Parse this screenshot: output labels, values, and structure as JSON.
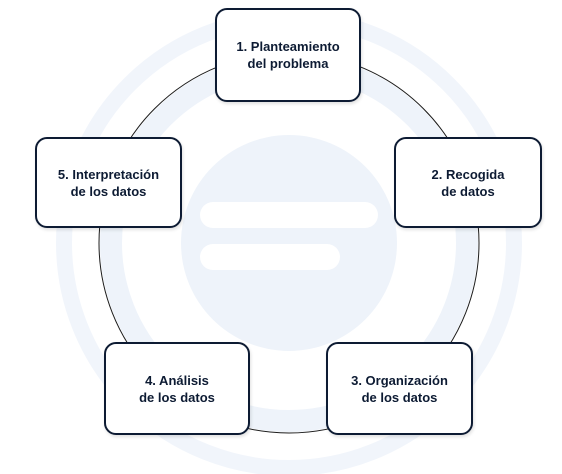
{
  "colors": {
    "node_border": "#0d1b33",
    "node_text": "#0d1b33",
    "cycle_line": "#1c1c1c",
    "watermark": "#eef3fa"
  },
  "watermark_icon": "database-logo-icon",
  "steps": [
    {
      "label": "1. Planteamiento\ndel problema"
    },
    {
      "label": "2. Recogida\nde datos"
    },
    {
      "label": "3. Organización\nde los datos"
    },
    {
      "label": "4. Análisis\nde los datos"
    },
    {
      "label": "5. Interpretación\nde los datos"
    }
  ]
}
